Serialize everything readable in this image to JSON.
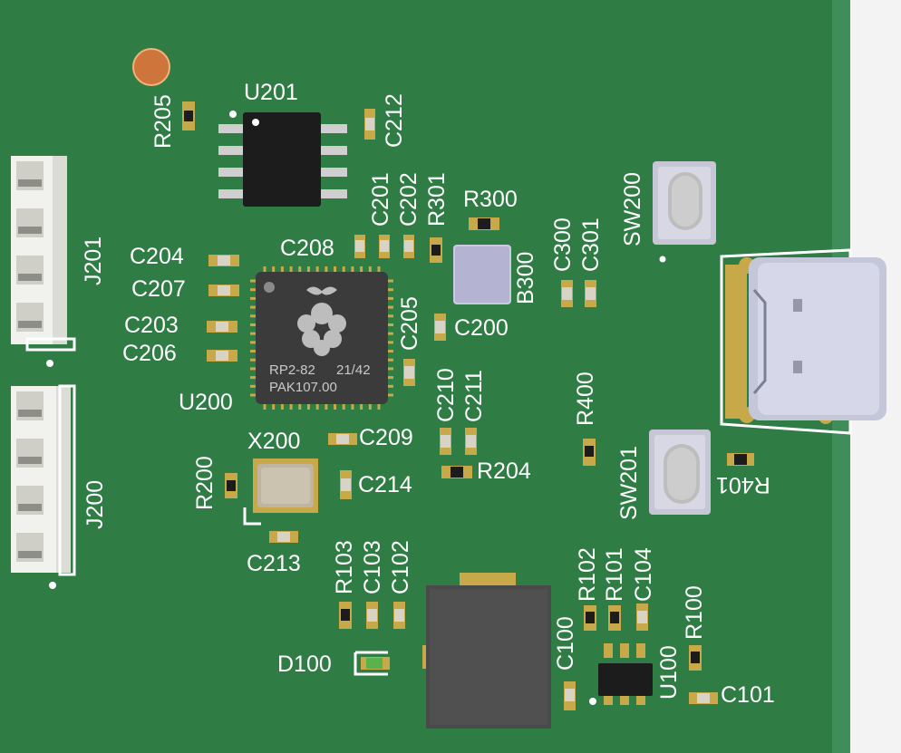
{
  "board": {
    "colors": {
      "pcb": "#2f7c45",
      "pcb_edge": "#3f8e5a",
      "background": "#f2f2f2",
      "silkscreen": "#ffffff",
      "pad": "#c8a94a",
      "chip": "#1c1c1c"
    }
  },
  "rp2040": {
    "line1": "RP2-82",
    "line2": "21/42",
    "line3": "PAK107.00"
  },
  "labels": {
    "U201": "U201",
    "R205": "R205",
    "C212": "C212",
    "J201": "J201",
    "C201": "C201",
    "C202": "C202",
    "R301": "R301",
    "R300": "R300",
    "C208": "C208",
    "C204": "C204",
    "C207": "C207",
    "C203": "C203",
    "C206": "C206",
    "C205": "C205",
    "C200": "C200",
    "B300": "B300",
    "C300": "C300",
    "C301": "C301",
    "SW200": "SW200",
    "U200": "U200",
    "X200": "X200",
    "C209": "C209",
    "C210": "C210",
    "C211": "C211",
    "R400": "R400",
    "J200": "J200",
    "R200": "R200",
    "C214": "C214",
    "R204": "R204",
    "SW201": "SW201",
    "R401": "R401",
    "C213": "C213",
    "R103": "R103",
    "C103": "C103",
    "C102": "C102",
    "R102": "R102",
    "R101": "R101",
    "C104": "C104",
    "R100": "R100",
    "D100": "D100",
    "C100": "C100",
    "U100": "U100",
    "C101": "C101"
  }
}
